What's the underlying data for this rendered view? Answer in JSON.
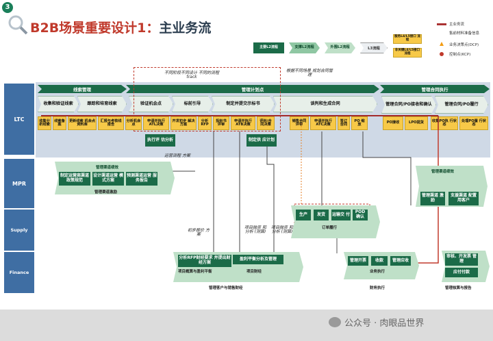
{
  "page": {
    "number": "3",
    "title_prefix": "B2B场景重要设计1：",
    "title_main": "主业务流"
  },
  "legend": {
    "items": [
      {
        "label": "主业务流"
      },
      {
        "label": "售前材料准备信息"
      },
      {
        "label": "业务决策点(DCP)"
      },
      {
        "label": "控制点(KCP)"
      }
    ],
    "levels": [
      "主要L2流程",
      "支撑L2流程",
      "外围L2流程",
      "L3流程"
    ],
    "notes": [
      "服务L4/L5接口 流程",
      "非关键L4/L5接口 流程"
    ]
  },
  "lanes": [
    "LTC",
    "MPR",
    "Supply",
    "Finance"
  ],
  "ltc": {
    "stages": [
      "线索管理",
      "管理计划点",
      "管理合同执行"
    ],
    "l2": [
      "收集和验证线索",
      "跟踪和培育线索",
      "验证机会点",
      "标前引导",
      "制定并提交示标书",
      "谈判和生成合同",
      "管理合同/PO接收和确认",
      "管理合同/PO履行"
    ],
    "l3": [
      "收集分析线索",
      "线索备案",
      "更新线索 机会点资料库",
      "汇报与考核线 报告",
      "分析机会点",
      "申请并执行 ATL决策",
      "开发初步 解决方案",
      "分析 RFP",
      "投标书 评审",
      "申请并执行 ATB决策",
      "评标/合 同决策",
      "销售合同 评审",
      "申请并执行 ATC决策",
      "签订 合同",
      "PO 缩 放",
      "PO接收",
      "LPO提货",
      "收集PO执 行状态",
      "处理PO履 行状态"
    ],
    "extras": [
      "执行评 估分析",
      "制定供 应计划"
    ],
    "note_top": "不同阶段不同设计 不同的流程track",
    "note_top_right": "根据不同场景 规划合同管理",
    "note_channel": "运营流程 方案"
  },
  "mpr": {
    "group": "管理渠道绩效",
    "items": [
      "制定运营商渠道 政策规范",
      "设计渠道运营 模式方案",
      "预测渠道运营 服务报告"
    ],
    "footer": "管理渠道激励",
    "right_group": "管理渠道绩效",
    "right_items": [
      "管理渠道 激励",
      "支援渠道 配置用客户"
    ]
  },
  "supply": {
    "items": [
      "生产",
      "发货",
      "运输交 付",
      "POD 确认"
    ],
    "caption": "订单履行",
    "notes": [
      "初步报价 方案",
      "项目融资 和分析 (测算)",
      "项目融资 和分析 (测算)"
    ]
  },
  "finance": {
    "left_items": [
      "分析RFP财经要求 并提出财经方案",
      "盈利平衡分析及管理"
    ],
    "left_sub": "项目概算与盈利平衡",
    "left_sub2": "项目财经",
    "left_caption": "管理客户与销售财经",
    "mid_items": [
      "管理开票",
      "收款",
      "管理应收"
    ],
    "mid_caption": "业务执行",
    "mid_caption2": "财务执行",
    "right_items": [
      "审核、开发票 管理",
      "应付付款"
    ],
    "right_caption": "管理核算与报告"
  },
  "watermark": "公众号 · 肉眼品世界"
}
